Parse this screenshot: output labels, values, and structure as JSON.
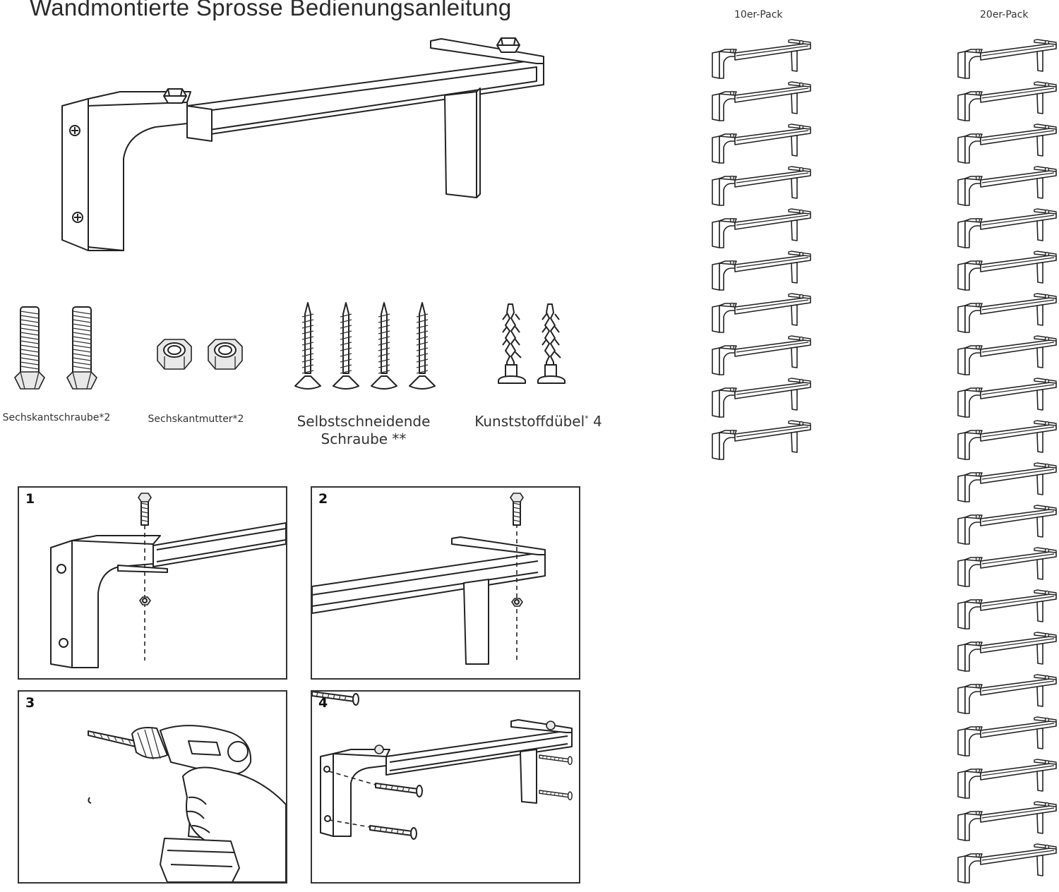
{
  "header": {
    "title": "Wandmontierte Sprosse Bedienungsanleitung"
  },
  "packs": [
    {
      "label": "10er-Pack",
      "count": 10
    },
    {
      "label": "20er-Pack",
      "count": 20
    }
  ],
  "parts": [
    {
      "label": "Sechskantschraube*2"
    },
    {
      "label": "Sechskantmutter*2"
    },
    {
      "label_line1": "Selbstschneidende",
      "label_line2": "Schraube **"
    },
    {
      "label": "Kunststoffdübel",
      "mark": "*",
      "qty": "4"
    }
  ],
  "steps": [
    {
      "number": "1"
    },
    {
      "number": "2"
    },
    {
      "number": "3"
    },
    {
      "number": "4"
    }
  ]
}
